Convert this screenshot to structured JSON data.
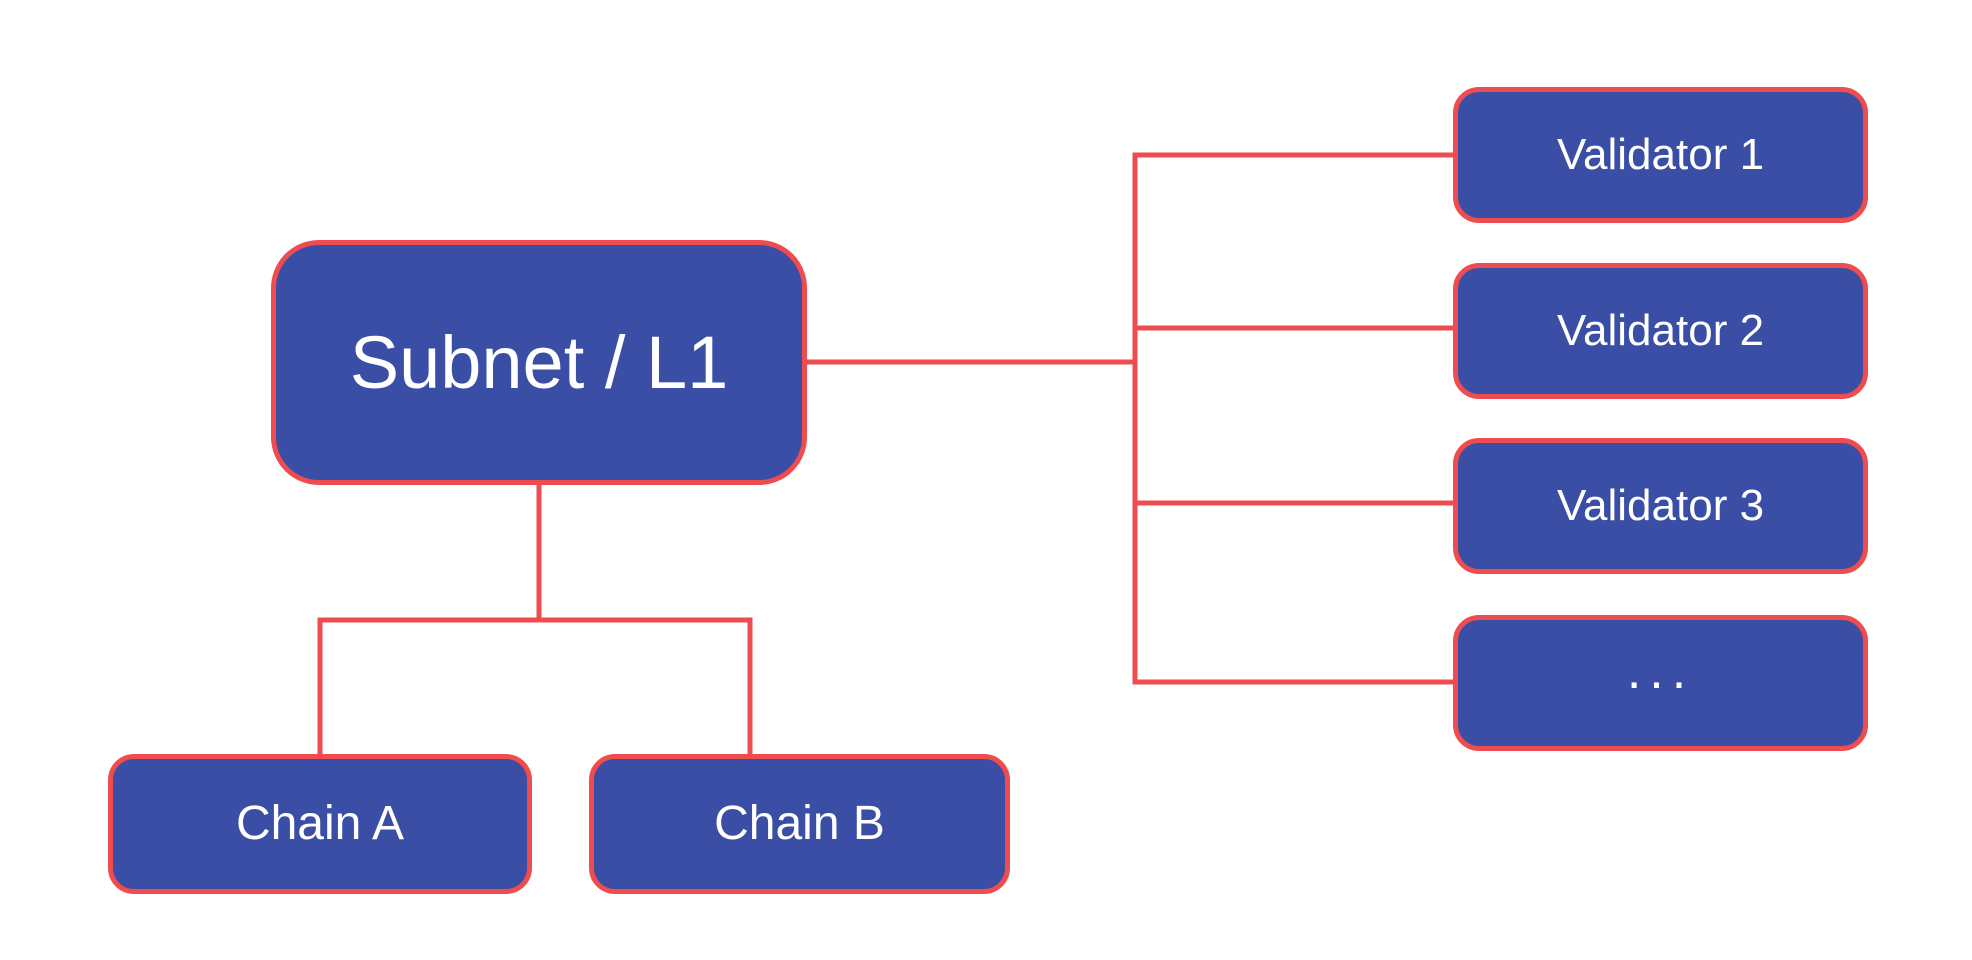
{
  "diagram": {
    "nodes": {
      "subnet": {
        "label": "Subnet / L1"
      },
      "chain_a": {
        "label": "Chain A"
      },
      "chain_b": {
        "label": "Chain B"
      },
      "validators": [
        {
          "label": "Validator 1"
        },
        {
          "label": "Validator 2"
        },
        {
          "label": "Validator 3"
        },
        {
          "label": "..."
        }
      ]
    }
  },
  "colors": {
    "canvas-bg": "#ffffff",
    "node-fill": "#3b4ea6",
    "node-border": "#ee4c4e",
    "node-text": "#ffffff",
    "connector": "#ee4c4e"
  }
}
